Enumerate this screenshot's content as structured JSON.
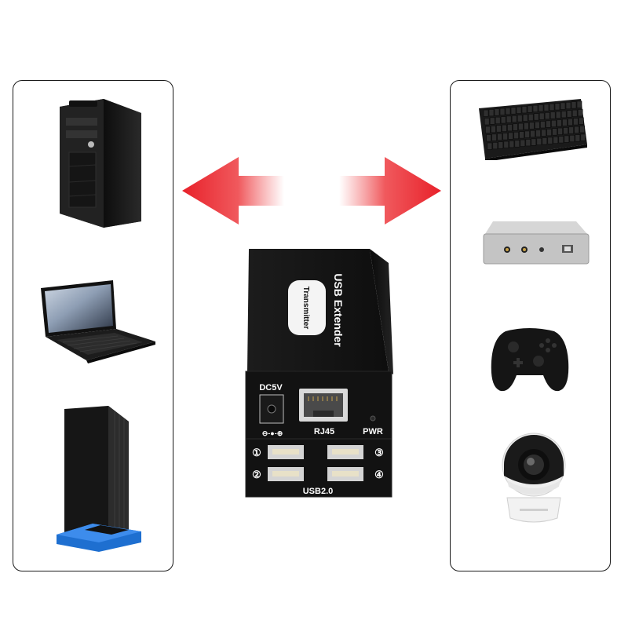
{
  "device": {
    "product_name": "USB Extender",
    "unit_type": "Transmitter",
    "power_label": "DC5V",
    "network_port_label": "RJ45",
    "power_led_label": "PWR",
    "usb_label": "USB2.0",
    "port_numbers": [
      "①",
      "②",
      "③",
      "④"
    ],
    "polarity_symbol": "⊖-●-⊕"
  },
  "left_devices": [
    "desktop-tower-pc",
    "laptop",
    "game-console"
  ],
  "right_devices": [
    "keyboard",
    "audio-interface",
    "game-controller",
    "security-camera"
  ],
  "colors": {
    "arrow": "#e8212a",
    "device_body": "#141414",
    "panel_border": "#1a1a1a"
  }
}
